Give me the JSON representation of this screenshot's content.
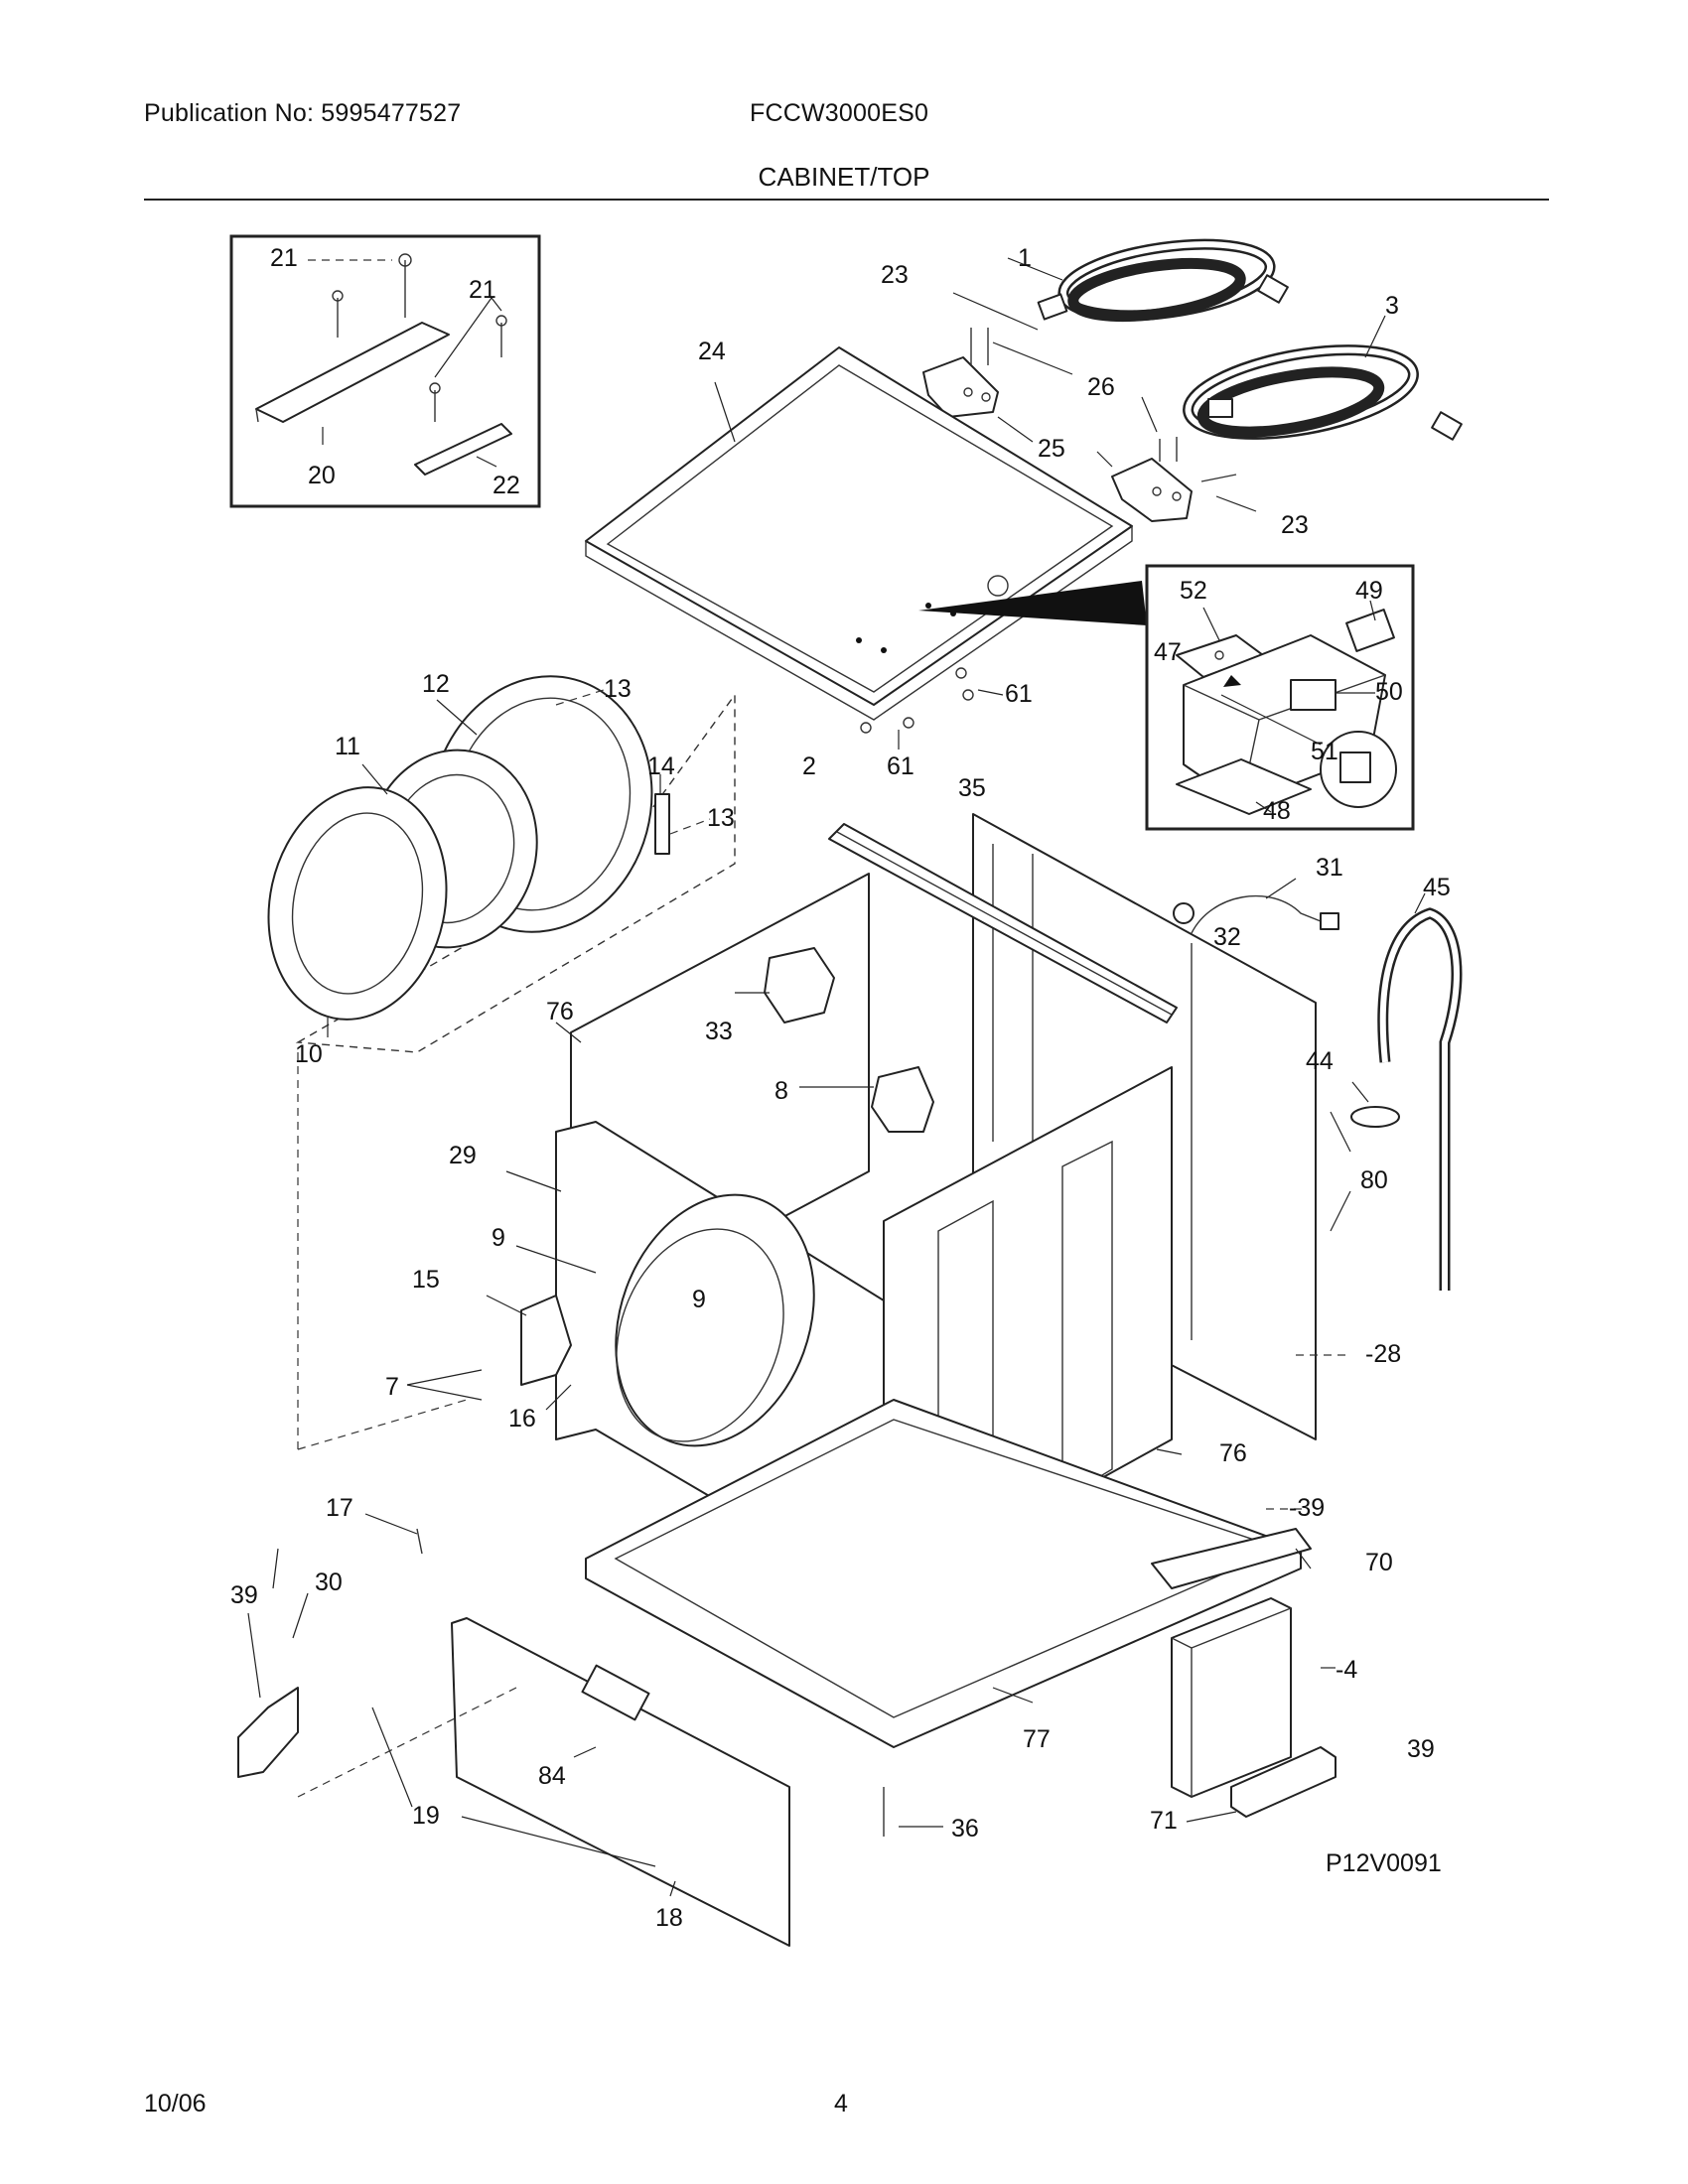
{
  "header": {
    "publication": "Publication No: 5995477527",
    "model": "FCCW3000ES0",
    "section_title": "CABINET/TOP"
  },
  "footer": {
    "date": "10/06",
    "page_number": "4"
  },
  "diagram": {
    "code": "P12V0091",
    "callouts": {
      "c1": "1",
      "c2": "2",
      "c3": "3",
      "c4": "-4",
      "c7": "7",
      "c8": "8",
      "c9a": "9",
      "c9b": "9",
      "c10": "10",
      "c11": "11",
      "c12": "12",
      "c13a": "13",
      "c13b": "13",
      "c14": "14",
      "c15": "15",
      "c16": "16",
      "c17": "17",
      "c18": "18",
      "c19": "19",
      "c20": "20",
      "c21a": "21",
      "c21b": "21",
      "c22": "22",
      "c23a": "23",
      "c23b": "23",
      "c24": "24",
      "c25": "25",
      "c26": "26",
      "c28": "-28",
      "c29": "29",
      "c30": "30",
      "c31": "31",
      "c32": "32",
      "c33": "33",
      "c35": "35",
      "c36": "36",
      "c39a": "39",
      "c39b": "-39",
      "c39c": "39",
      "c44": "44",
      "c45": "45",
      "c47": "47",
      "c48": "48",
      "c49": "49",
      "c50": "50",
      "c51": "51",
      "c52": "52",
      "c61a": "61",
      "c61b": "61",
      "c70": "70",
      "c71": "71",
      "c76a": "76",
      "c76b": "76",
      "c77": "77",
      "c80": "80",
      "c84": "84"
    }
  }
}
